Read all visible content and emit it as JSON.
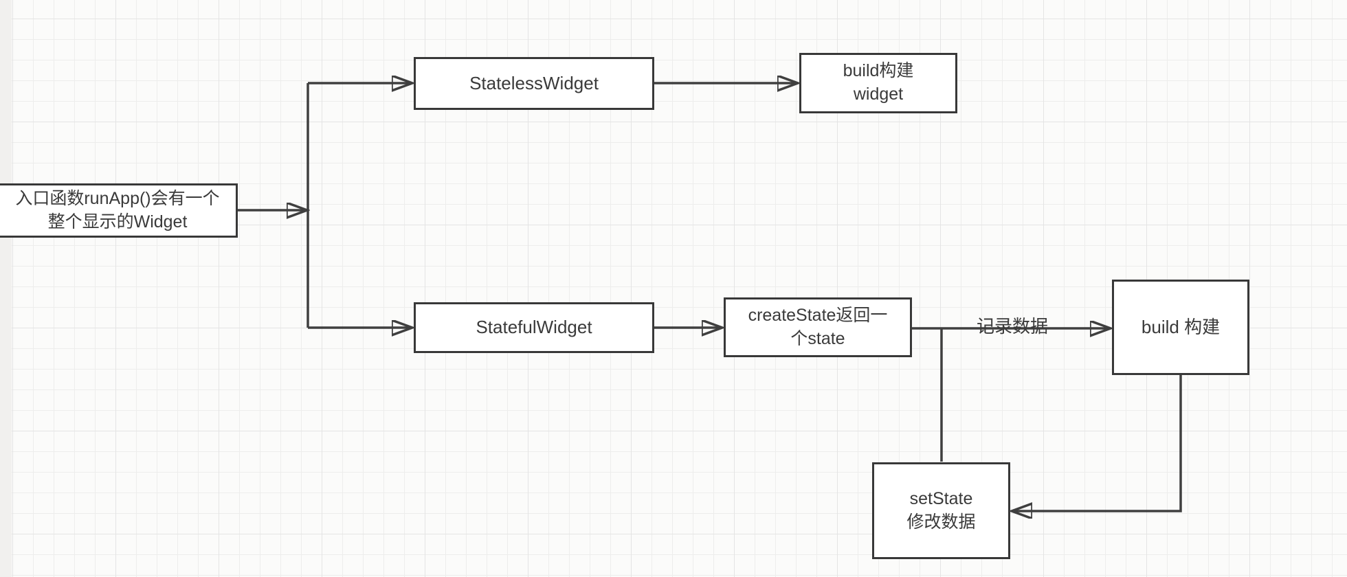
{
  "canvas": {
    "background_color": "#fbfbfa",
    "grid_minor_color": "#ededec",
    "grid_major_color": "#e4e4e4",
    "stroke_color": "#3f3f3f",
    "node_border_color": "#383838",
    "node_fill_color": "#ffffff",
    "text_color": "#3a3a3a"
  },
  "nodes": {
    "runapp": {
      "line1": "入口函数runApp()会有一个",
      "line2": "整个显示的Widget"
    },
    "stateless": {
      "line1": "StatelessWidget"
    },
    "build_widget": {
      "line1": "build构建",
      "line2": "widget"
    },
    "stateful": {
      "line1": "StatefulWidget"
    },
    "create_state": {
      "line1": "createState返回一",
      "line2": "个state"
    },
    "build_construct": {
      "line1": "build 构建"
    },
    "set_state": {
      "line1": "setState",
      "line2": "修改数据"
    }
  },
  "edge_labels": {
    "record_data": "记录数据"
  }
}
